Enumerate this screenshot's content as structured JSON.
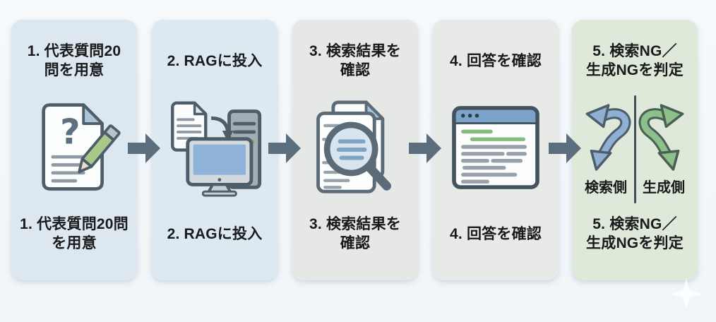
{
  "page": {
    "background": "#f3f7fa",
    "type": "process-flow-diagram"
  },
  "flow": {
    "arrow_icon": "right-block-arrow-icon",
    "arrow_color": "#5b6e7e",
    "panel_colors": {
      "step1": "#dce7ef",
      "step2": "#dde9f1",
      "step3": "#e6e8e6",
      "step4": "#e8eae8",
      "step5": "#dfe9da"
    }
  },
  "steps": [
    {
      "top_lines": [
        "1. 代表質問20",
        "問を用意"
      ],
      "bottom_lines": [
        "1. 代表質問20問",
        "を用意"
      ],
      "icon": "question-document-pencil-icon"
    },
    {
      "top_lines": [
        "2. RAGに投入"
      ],
      "bottom_lines": [
        "2. RAGに投入"
      ],
      "icon": "document-to-computer-icon"
    },
    {
      "top_lines": [
        "3. 検索結果を",
        "確認"
      ],
      "bottom_lines": [
        "3. 検索結果を",
        "確認"
      ],
      "icon": "magnifier-documents-icon"
    },
    {
      "top_lines": [
        "4. 回答を確認"
      ],
      "bottom_lines": [
        "4. 回答を確認"
      ],
      "icon": "browser-window-icon"
    },
    {
      "top_lines": [
        "5. 検索NG／",
        "生成NGを判定"
      ],
      "bottom_lines": [
        "5. 検索NG／",
        "生成NGを判定"
      ],
      "icon": "split-arrows-icon",
      "side_labels": {
        "left": "検索側",
        "right": "生成側"
      }
    }
  ]
}
